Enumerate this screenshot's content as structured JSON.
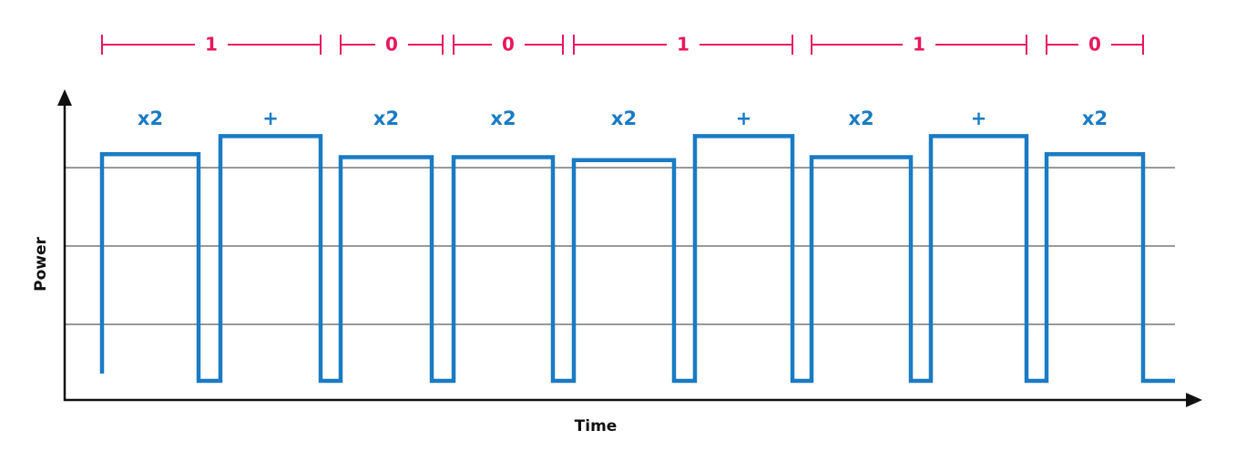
{
  "axes": {
    "x_label": "Time",
    "y_label": "Power"
  },
  "bits": [
    "1",
    "0",
    "0",
    "1",
    "1",
    "0"
  ],
  "operations": [
    "x2",
    "+",
    "x2",
    "x2",
    "x2",
    "+",
    "x2",
    "+",
    "x2"
  ],
  "colors": {
    "bit_color": "#e8175d",
    "trace_color": "#1a7bc4",
    "axis_color": "#111111",
    "grid_color": "#333333"
  },
  "trace": {
    "description_levels": "high power during operations, low power between",
    "operation_power": [
      0.76,
      0.82,
      0.75,
      0.75,
      0.74,
      0.82,
      0.75,
      0.82,
      0.76
    ]
  }
}
